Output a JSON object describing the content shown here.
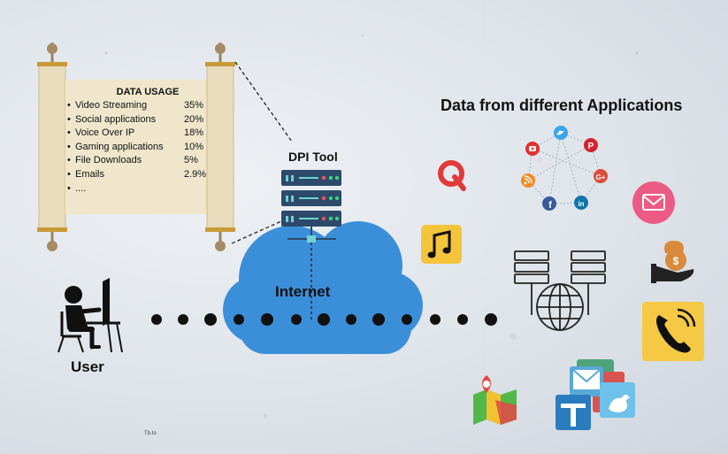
{
  "scroll": {
    "title": "DATA USAGE",
    "items": [
      {
        "name": "Video Streaming",
        "pct": "35%"
      },
      {
        "name": "Social applications",
        "pct": "20%"
      },
      {
        "name": "Voice Over IP",
        "pct": "18%"
      },
      {
        "name": "Gaming applications",
        "pct": "10%"
      },
      {
        "name": "File Downloads",
        "pct": "5%"
      },
      {
        "name": "Emails",
        "pct": "2.9%"
      },
      {
        "name": "....",
        "pct": ""
      }
    ]
  },
  "dpi_tool": {
    "title": "DPI Tool"
  },
  "cloud": {
    "label": "Internet"
  },
  "user": {
    "label": "User"
  },
  "apps": {
    "title": "Data from different Applications"
  },
  "footnote": "Tb.to",
  "colors": {
    "cloud": "#3b8fd9",
    "server": "#2e4a6b",
    "scroll": "#efe6cc",
    "email_circle": "#ec5a86",
    "phone_tile": "#f6c945",
    "music_tile": "#f4c43b",
    "quora_red": "#e03a3a"
  },
  "social_icons": [
    "youtube-icon",
    "twitter-icon",
    "pinterest-icon",
    "rss-icon",
    "google-plus-icon",
    "facebook-icon",
    "linkedin-icon"
  ]
}
